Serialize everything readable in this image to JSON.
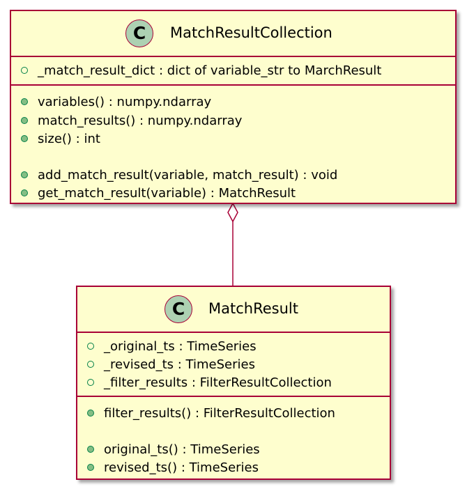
{
  "classes": {
    "collection": {
      "badge": "C",
      "name": "MatchResultCollection",
      "fields": [
        "_match_result_dict : dict of variable_str to MarchResult"
      ],
      "methods": [
        "variables() :  numpy.ndarray",
        "match_results() : numpy.ndarray",
        "size() : int",
        "add_match_result(variable, match_result) : void",
        "get_match_result(variable) : MatchResult"
      ]
    },
    "match_result": {
      "badge": "C",
      "name": "MatchResult",
      "fields": [
        "_original_ts : TimeSeries",
        "_revised_ts : TimeSeries",
        "_filter_results : FilterResultCollection"
      ],
      "methods": [
        "filter_results() : FilterResultCollection",
        "original_ts() : TimeSeries",
        "revised_ts() : TimeSeries"
      ]
    }
  },
  "relation": {
    "type": "aggregation"
  },
  "colors": {
    "class_fill": "#fefece",
    "border": "#a80036",
    "badge_fill": "#add1b2",
    "field_icon": "#038048",
    "method_icon_fill": "#84be84"
  }
}
